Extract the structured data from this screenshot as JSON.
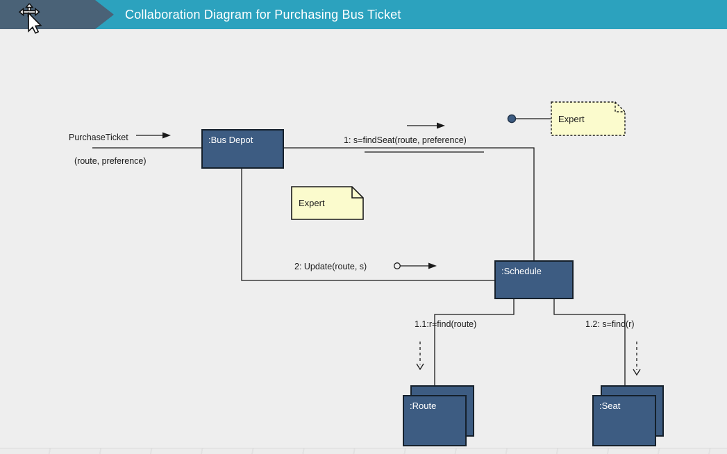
{
  "header": {
    "title": "Collaboration Diagram for Purchasing Bus Ticket"
  },
  "colors": {
    "header_teal": "#2CA2BE",
    "banner_slate": "#4A6277",
    "node_fill": "#3D5C82",
    "node_border": "#15202B",
    "note_fill": "#FBFBCD",
    "canvas_bg": "#EEEEEE",
    "wire": "#1A1A1A"
  },
  "nodes": {
    "bus_depot": {
      "label": ":Bus Depot"
    },
    "schedule": {
      "label": ":Schedule"
    },
    "route": {
      "label": ":Route"
    },
    "seat": {
      "label": ":Seat"
    }
  },
  "notes": {
    "expert_top": {
      "label": "Expert"
    },
    "expert_mid": {
      "label": "Expert"
    }
  },
  "messages": {
    "purchase_ticket": {
      "label": "PurchaseTicket"
    },
    "purchase_args": {
      "label": "(route, preference)"
    },
    "find_seat": {
      "label": "1: s=findSeat(route, preference)"
    },
    "update": {
      "label": "2: Update(route, s)"
    },
    "find_route": {
      "label": "1.1:r=find(route)"
    },
    "find_r": {
      "label": "1.2: s=find(r)"
    }
  }
}
